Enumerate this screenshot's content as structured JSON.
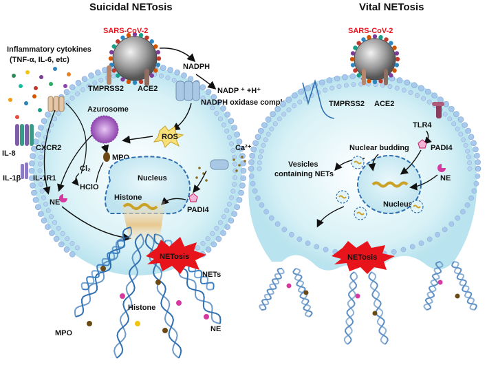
{
  "panels": {
    "left": {
      "title": "Suicidal NETosis",
      "virus": "SARS-CoV-2",
      "cytokines_line1": "Inflammatory cytokines",
      "cytokines_line2": "(TNF-α, IL-6, etc)",
      "nadph": "NADPH",
      "nadp": "NADP ⁺ +H⁺",
      "nadph_oxidase": "NADPH oxidase complex",
      "tmprss2": "TMPRSS2",
      "ace2": "ACE2",
      "azurosome": "Azurosome",
      "ros": "ROS",
      "cxcr2": "CXCR2",
      "il8": "IL-8",
      "il1b": "IL-1β",
      "il1r1": "IL-1R1",
      "mpo": "MPO",
      "cl2": "Cl₂",
      "hclo": "HClO",
      "ne": "NE",
      "ca": "Ca²⁺",
      "nucleus": "Nucleus",
      "histone": "Histone",
      "padi4": "PADI4",
      "netosis": "NETosis",
      "nets": "NETs",
      "histone_bottom": "Histone",
      "mpo_bottom": "MPO",
      "ne_bottom": "NE"
    },
    "right": {
      "title": "Vital NETosis",
      "virus": "SARS-CoV-2",
      "tmprss2": "TMPRSS2",
      "ace2": "ACE2",
      "tlr4": "TLR4",
      "nuclear_budding": "Nuclear budding",
      "padi4": "PADI4",
      "ne": "NE",
      "vesicles_line1": "Vesicles",
      "vesicles_line2": "containing NETs",
      "nucleus": "Nucleus",
      "netosis": "NETosis"
    }
  },
  "colors": {
    "cytoplasm": "#cdeef4",
    "membrane_head": "#9fc3ea",
    "membrane_tail": "#c9c9c9",
    "dna_blue": "#2f6fb0",
    "netosis_burst": "#e8141b",
    "virus_red": "#e8141b",
    "azurosome": "#9b59b6",
    "ros": "#f7e07a",
    "mpo": "#6b4a16",
    "ne": "#d63aa0"
  }
}
